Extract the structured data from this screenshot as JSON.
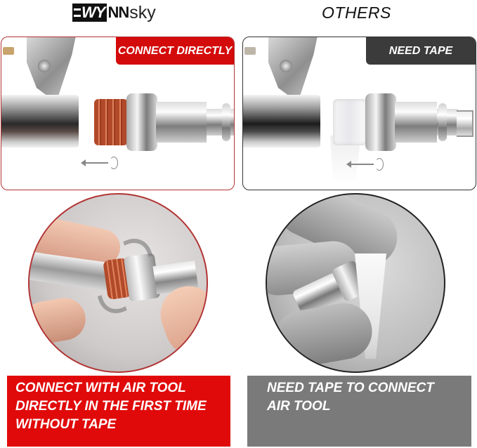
{
  "header": {
    "brand": {
      "boxed": "WYNN",
      "bold": "NN",
      "light": "sky",
      "full": "WYNNsky"
    },
    "others_title": "OTHERS"
  },
  "left_panel": {
    "tag": "CONNECT DIRECTLY",
    "tag_color": "#d40b0b",
    "border_color": "#b23434",
    "thread_type": "pre-applied red thread sealant",
    "arrow_icon": "screw-in-arrow-icon"
  },
  "right_panel": {
    "tag": "NEED TAPE",
    "tag_color": "#3b3b3b",
    "border_color": "#333333",
    "thread_type": "white PTFE tape",
    "arrow_icon": "screw-in-arrow-icon"
  },
  "left_circle": {
    "description": "hands tightening fitting with pliers, rotation arrows",
    "border_color": "#b23434"
  },
  "right_circle": {
    "description": "hands wrapping tape around fitting (grayscale)",
    "border_color": "#222222"
  },
  "captions": {
    "left": {
      "lines": [
        "CONNECT WITH AIR TOOL",
        "DIRECTLY IN THE FIRST TIME",
        "WITHOUT TAPE"
      ],
      "bg": "#e10a0a"
    },
    "right": {
      "lines": [
        "NEED TAPE TO CONNECT",
        "AIR TOOL"
      ],
      "bg": "#7a7a7a"
    }
  }
}
